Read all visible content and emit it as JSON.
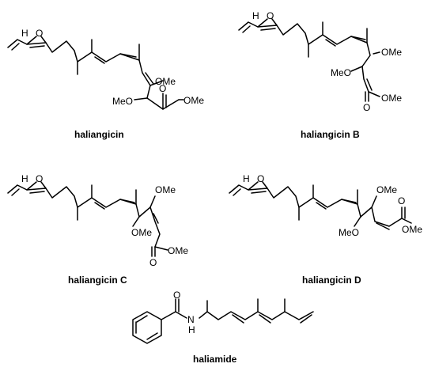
{
  "compounds": [
    {
      "name": "haliangicin",
      "atoms": {
        "h": "H",
        "o": "O",
        "ome_upper": "OMe",
        "meo": "MeO",
        "o_carbonyl": "O",
        "ome_ester": "OMe"
      }
    },
    {
      "name": "haliangicin B",
      "atoms": {
        "h": "H",
        "o": "O",
        "ome_upper": "OMe",
        "meo": "MeO",
        "o_carbonyl": "O",
        "ome_ester": "OMe"
      }
    },
    {
      "name": "haliangicin C",
      "atoms": {
        "h": "H",
        "o": "O",
        "ome_upper": "OMe",
        "ome_lower": "OMe",
        "o_carbonyl": "O",
        "ome_ester": "OMe"
      }
    },
    {
      "name": "haliangicin D",
      "atoms": {
        "h": "H",
        "o": "O",
        "ome_upper": "OMe",
        "meo": "MeO",
        "o_carbonyl": "O",
        "ome_ester": "OMe"
      }
    },
    {
      "name": "haliamide",
      "atoms": {
        "o": "O",
        "n": "N",
        "h": "H"
      }
    }
  ],
  "colors": {
    "ink": "#000000",
    "background": "#ffffff"
  }
}
